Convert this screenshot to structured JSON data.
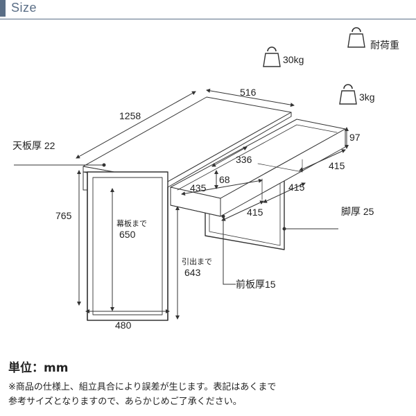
{
  "header": {
    "title": "Size"
  },
  "legend": {
    "label": "耐荷重"
  },
  "loads": {
    "top": "30kg",
    "drawer": "3kg"
  },
  "dims": {
    "width": "1258",
    "top_depth": "516",
    "top_thickness": "天板厚 22",
    "height": "765",
    "modesty_label": "幕板まで",
    "modesty_value": "650",
    "pull_label": "引出まで",
    "pull_value": "643",
    "leg_depth": "480",
    "drawer_height": "97",
    "drawer_inner_width": "336",
    "drawer_inner_height": "68",
    "drawer_depth_a": "415",
    "drawer_depth_b": "415",
    "drawer_depth_c": "415",
    "drawer_width": "435",
    "front_thickness": "前板厚15",
    "leg_thickness": "脚厚 25"
  },
  "footer": {
    "unit": "単位：mm",
    "note_line1": "※商品の仕様上、組立具合により誤差が生じます。表記はあくまで",
    "note_line2": "参考サイズとなりますので、あらかじめご了承ください。"
  }
}
